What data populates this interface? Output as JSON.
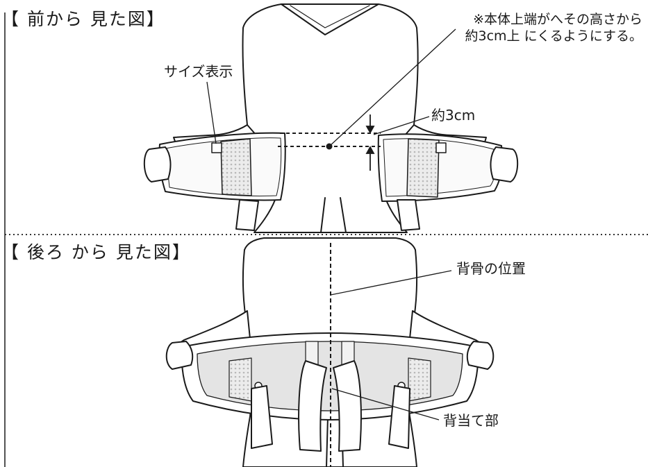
{
  "sections": {
    "front": {
      "title": "【 前から 見た図】"
    },
    "back": {
      "title": "【 後ろ から 見た図】"
    }
  },
  "labels": {
    "size_display": "サイズ表示",
    "note_line1": "※本体上端がへその高さから",
    "note_line2": "約3cm上 にくるようにする。",
    "approx_3cm": "約3cm",
    "spine_position": "背骨の位置",
    "back_pad": "背当て部"
  },
  "colors": {
    "line": "#1a1a1a",
    "pad_fill": "#e4e4e4",
    "mesh_fill": "#d2d2d2",
    "strap_fill": "#f2f2f2",
    "dotted": "#333333"
  }
}
